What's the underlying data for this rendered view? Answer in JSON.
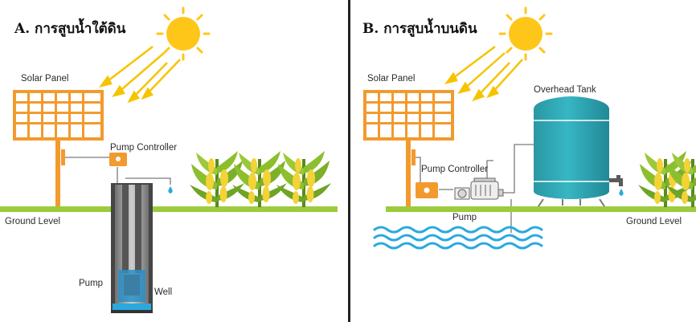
{
  "panels": [
    {
      "title": "A. การสูบน้ำใต้ดิน",
      "labels": {
        "solar_panel": "Solar Panel",
        "pump_controller": "Pump Controller",
        "ground_level": "Ground Level",
        "pump": "Pump",
        "well": "Well"
      }
    },
    {
      "title": "B. การสูบน้ำบนดิน",
      "labels": {
        "solar_panel": "Solar Panel",
        "overhead_tank": "Overhead Tank",
        "pump_controller": "Pump Controller",
        "pump": "Pump",
        "ground_level": "Ground Level"
      }
    }
  ],
  "colors": {
    "sun": "#FFC61A",
    "rays": "#F5C400",
    "solar_frame": "#F29A2E",
    "ground": "#9CCB3B",
    "tank": "#2FA8B5",
    "water": "#2AA9E0",
    "well_casing": "#9a9a9a",
    "divider": "#222222"
  },
  "icons": [
    "sun-icon",
    "solar-panel-icon",
    "pump-controller-icon",
    "corn-plant-icon",
    "water-tank-icon",
    "faucet-icon",
    "water-drop-icon",
    "pump-icon"
  ]
}
